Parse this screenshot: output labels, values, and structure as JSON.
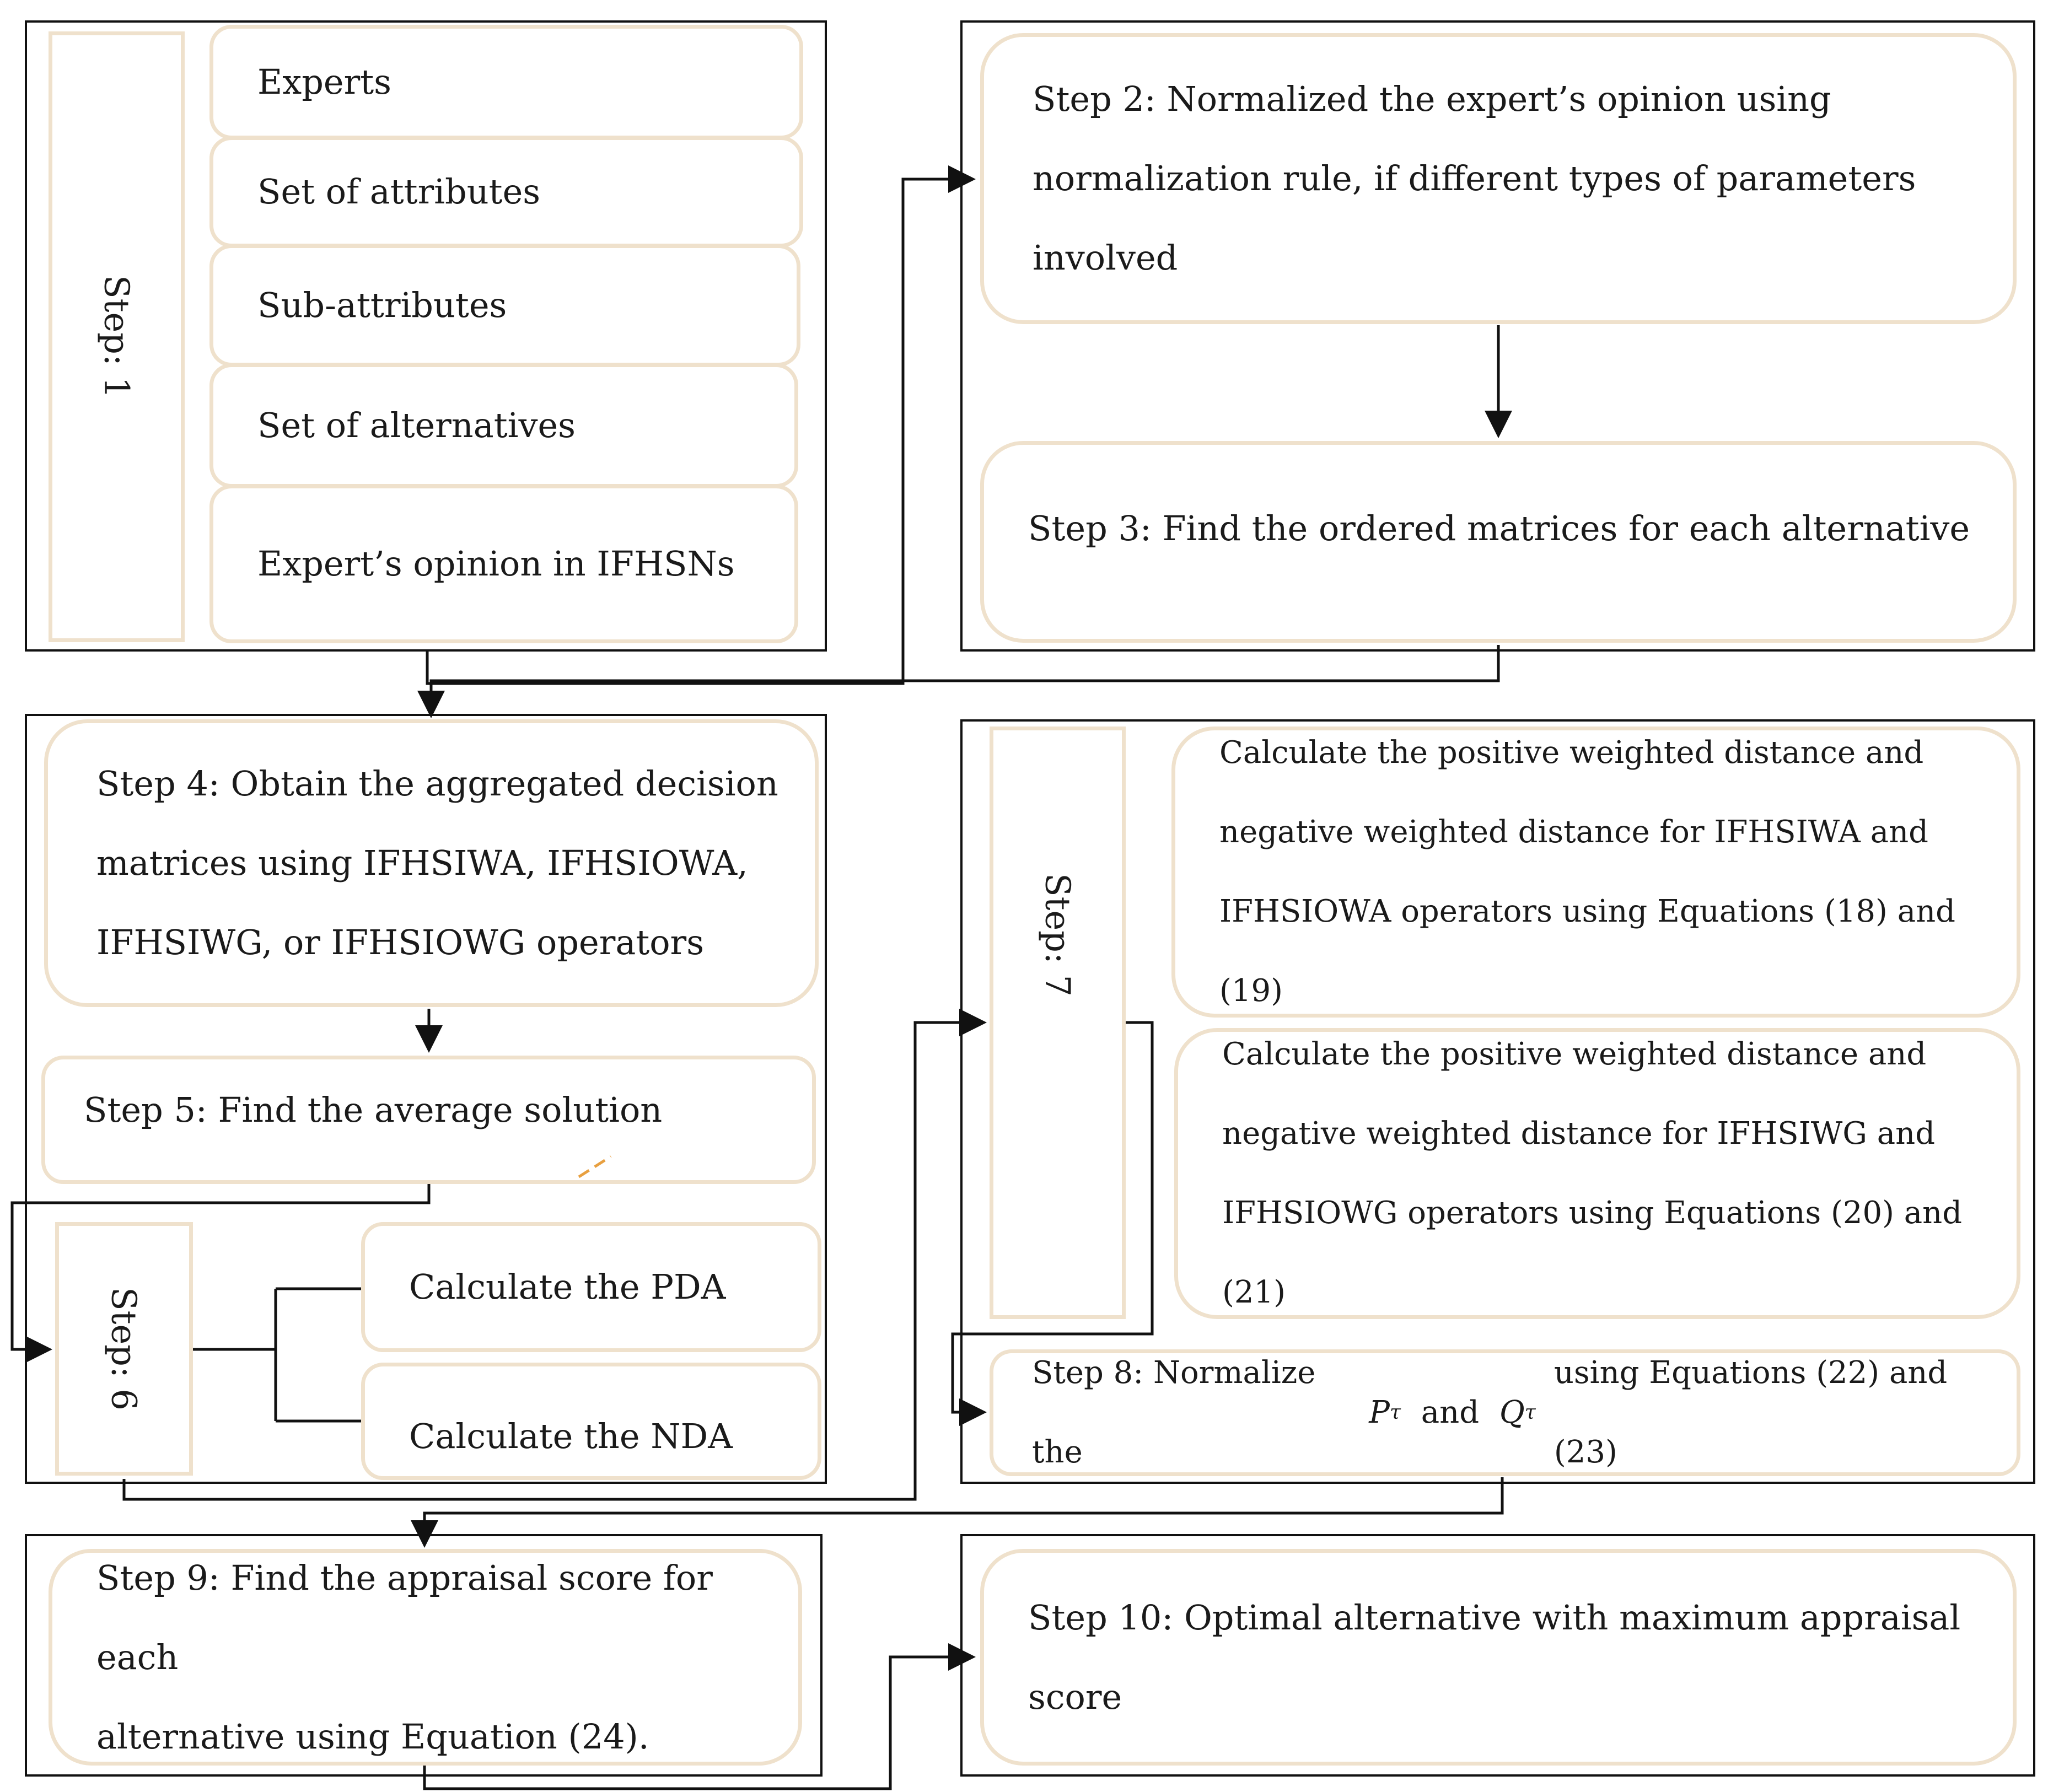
{
  "step1": {
    "label": "Step: 1",
    "items": [
      "Experts",
      "Set of attributes",
      "Sub-attributes",
      "Set of alternatives",
      "Expert’s opinion in IFHSNs"
    ]
  },
  "step2": {
    "text": "Step 2: Normalized the expert’s opinion using\nnormalization rule, if different types of parameters\ninvolved"
  },
  "step3": {
    "text": "Step 3: Find the ordered matrices for each alternative"
  },
  "step4": {
    "text": "Step 4: Obtain the aggregated decision\nmatrices using IFHSIWA, IFHSIOWA,\nIFHSIWG, or IFHSIOWG operators"
  },
  "step5": {
    "text": "Step 5: Find the average solution"
  },
  "step6": {
    "label": "Step: 6",
    "pda": "Calculate the PDA",
    "nda": "Calculate the NDA"
  },
  "step7": {
    "label": "Step: 7",
    "box1": "Calculate the positive weighted distance and\nnegative weighted distance for IFHSIWA and\nIFHSIOWA operators using Equations (18) and (19)",
    "box2": "Calculate the positive weighted distance and\nnegative weighted distance for IFHSIWG and\nIFHSIOWG operators using Equations (20) and (21)"
  },
  "step8": {
    "prefix": "Step 8: Normalize the",
    "p_symbol": "P",
    "p_sub": "τ",
    "and": "and",
    "q_symbol": "Q",
    "q_sub": "τ",
    "suffix": "using Equations (22) and (23)"
  },
  "step9": {
    "text": "Step 9: Find the appraisal score for each\nalternative using Equation (24)."
  },
  "step10": {
    "text": "Step 10: Optimal alternative with maximum appraisal\nscore"
  },
  "colors": {
    "box_border": "#efe1cc",
    "frame": "#111111",
    "accent_dash": "#e8a040"
  }
}
